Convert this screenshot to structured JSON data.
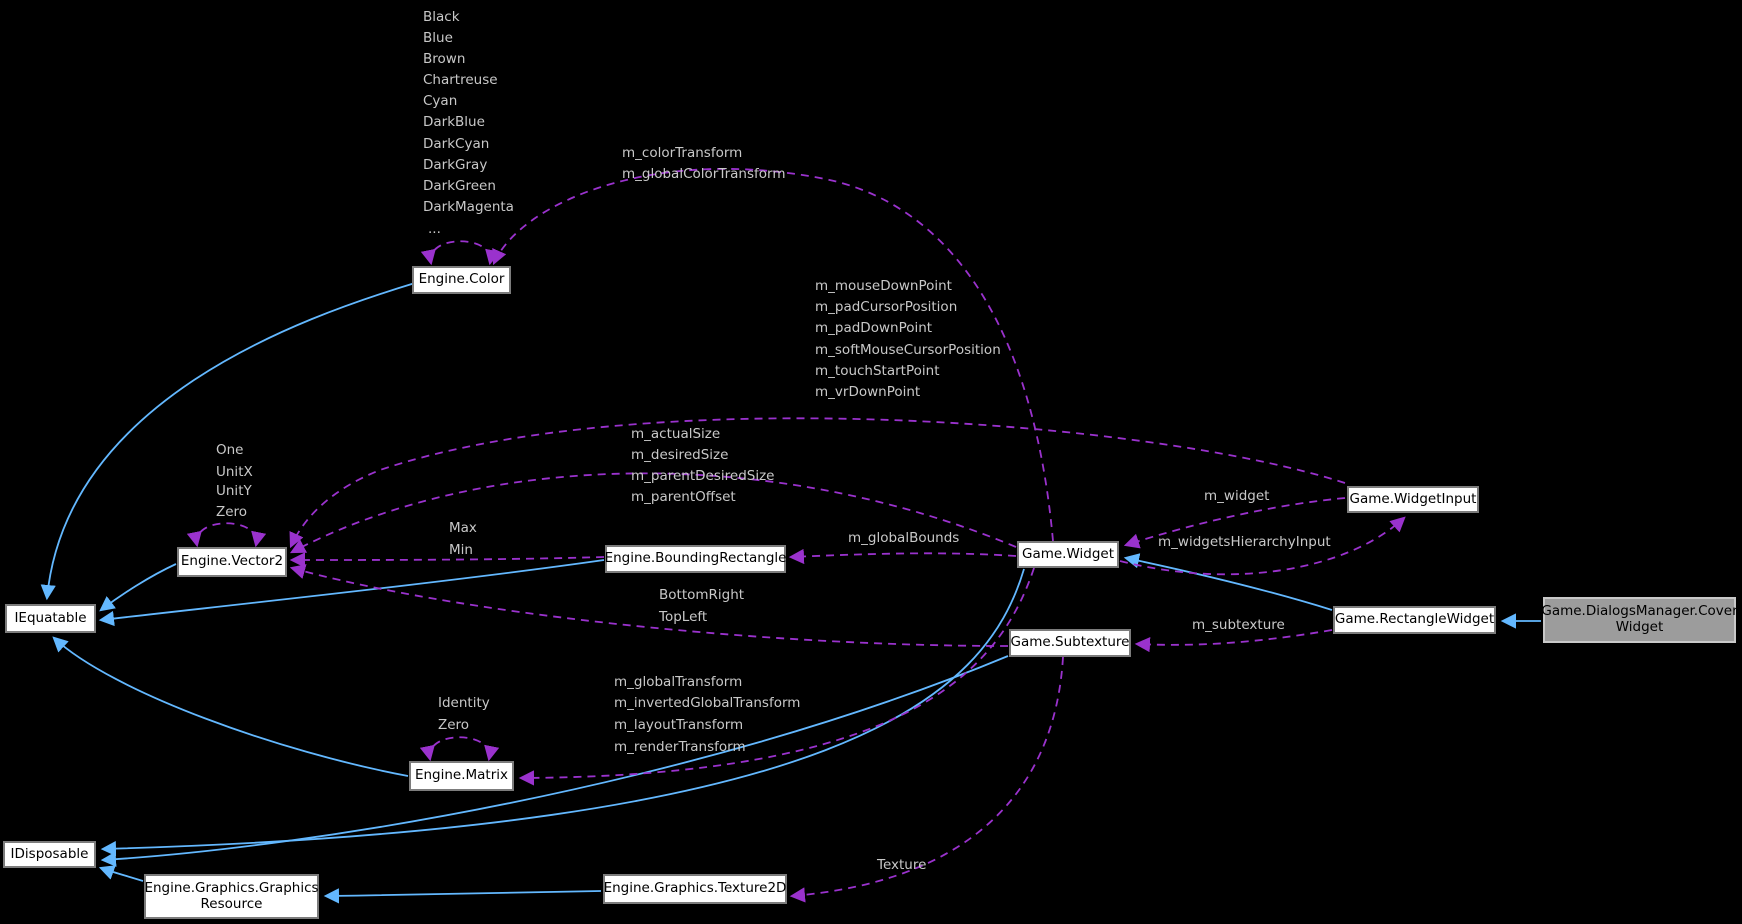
{
  "diagram": {
    "title": "Collaboration graph for Game.DialogsManager.CoverWidget",
    "background_color": "#000000",
    "inheritance_edge_color": "#63B8FF",
    "usage_edge_color": "#9A32CD",
    "node_fill": "#ffffff",
    "node_border": "#7c7c7c",
    "current_node_fill": "#9c9c9c",
    "edge_label_color": "#c8c8c8"
  },
  "nodes": {
    "engine_color": {
      "label": "Engine.Color"
    },
    "engine_vector2": {
      "label": "Engine.Vector2"
    },
    "engine_bounding_rectangle": {
      "label": "Engine.BoundingRectangle"
    },
    "game_widget": {
      "label": "Game.Widget"
    },
    "game_widget_input": {
      "label": "Game.WidgetInput"
    },
    "iequatable": {
      "label": "IEquatable"
    },
    "game_subtexture": {
      "label": "Game.Subtexture"
    },
    "game_rectangle_widget": {
      "label": "Game.RectangleWidget"
    },
    "cover_widget": {
      "line1": "Game.DialogsManager.Cover",
      "line2": "Widget"
    },
    "engine_matrix": {
      "label": "Engine.Matrix"
    },
    "idisposable": {
      "label": "IDisposable"
    },
    "graphics_resource": {
      "line1": "Engine.Graphics.Graphics",
      "line2": "Resource"
    },
    "texture2d": {
      "label": "Engine.Graphics.Texture2D"
    }
  },
  "edge_labels": {
    "color_statics": [
      "Black",
      "Blue",
      "Brown",
      "Chartreuse",
      "Cyan",
      "DarkBlue",
      "DarkCyan",
      "DarkGray",
      "DarkGreen",
      "DarkMagenta",
      "..."
    ],
    "color_transforms": [
      "m_colorTransform",
      "m_globalColorTransform"
    ],
    "input_points": [
      "m_mouseDownPoint",
      "m_padCursorPosition",
      "m_padDownPoint",
      "m_softMouseCursorPosition",
      "m_touchStartPoint",
      "m_vrDownPoint"
    ],
    "widget_sizes": [
      "m_actualSize",
      "m_desiredSize",
      "m_parentDesiredSize",
      "m_parentOffset"
    ],
    "vector2_statics": [
      "One",
      "UnitX",
      "UnitY",
      "Zero"
    ],
    "bounding_statics": [
      "Max",
      "Min"
    ],
    "global_bounds": "m_globalBounds",
    "widget_ref": "m_widget",
    "widgets_hierarchy_input": "m_widgetsHierarchyInput",
    "subtexture_corners": [
      "BottomRight",
      "TopLeft"
    ],
    "subtexture_ref": "m_subtexture",
    "matrix_statics": [
      "Identity",
      "Zero"
    ],
    "widget_transforms": [
      "m_globalTransform",
      "m_invertedGlobalTransform",
      "m_layoutTransform",
      "m_renderTransform"
    ],
    "texture_ref": "Texture"
  }
}
